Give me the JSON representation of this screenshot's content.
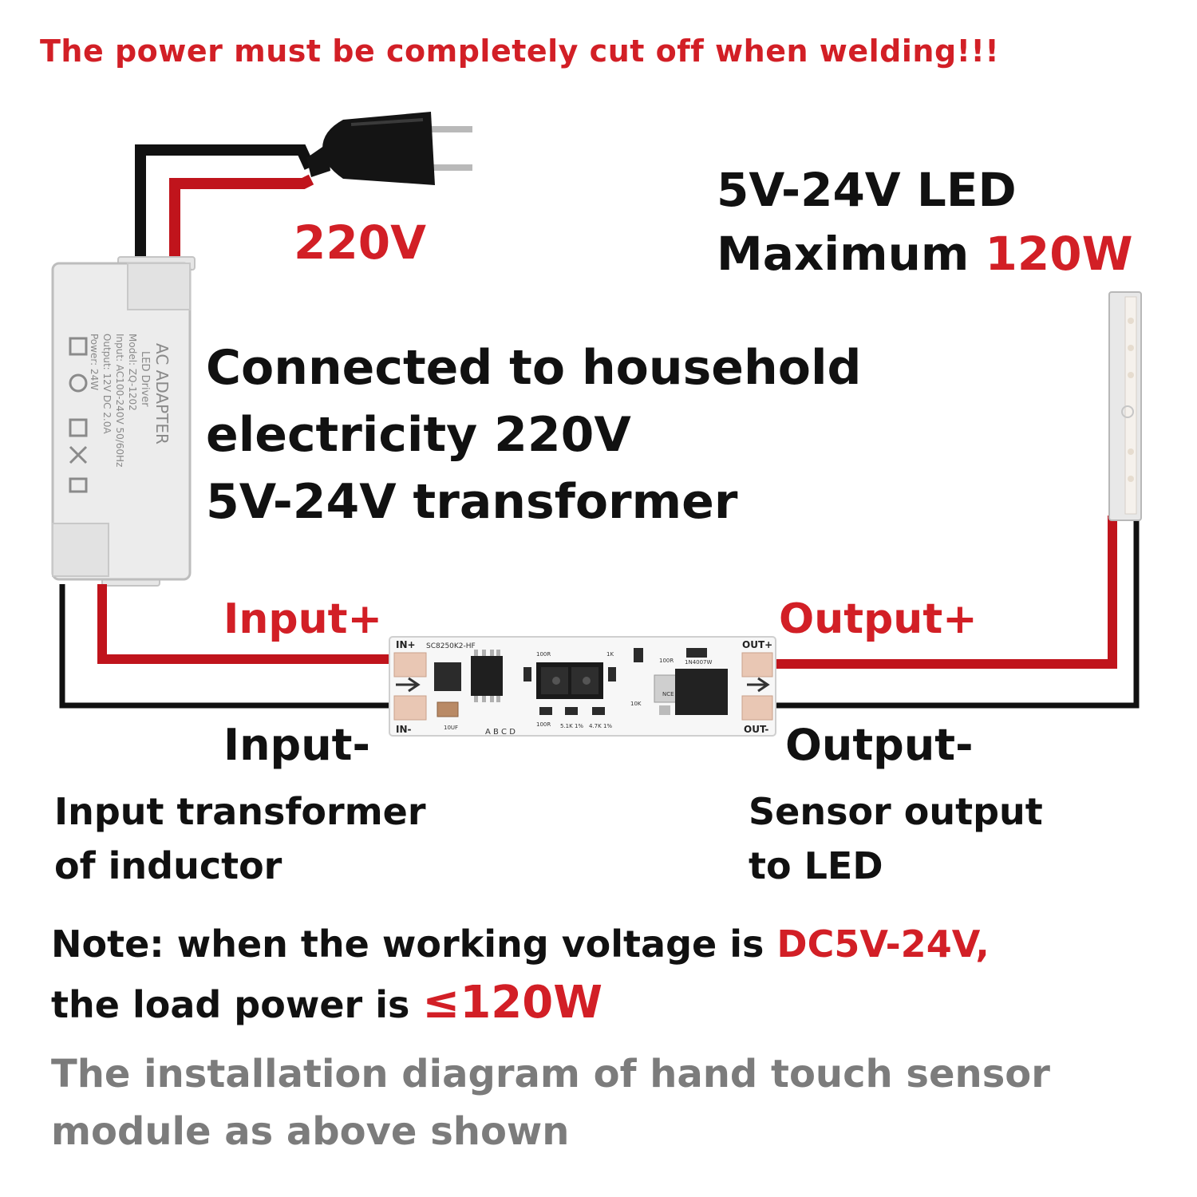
{
  "warning": "The power must be completely cut off when welding!!!",
  "plug_voltage": "220V",
  "led_info": {
    "line1": "5V-24V LED",
    "line2_prefix": "Maximum",
    "line2_value": "120W"
  },
  "transformer_desc": [
    "Connected to household",
    "electricity 220V",
    "5V-24V transformer"
  ],
  "adapter_label": {
    "line1": "AC ADAPTER",
    "line2": "LED Driver",
    "line3": "Model: ZQ-1202",
    "line4": "Input: AC100-240V 50/60Hz",
    "line5": "Output: 12V DC 2.0A",
    "line6": "Power: 24W"
  },
  "module": {
    "in_plus": "IN+",
    "in_minus": "IN-",
    "out_plus": "OUT+",
    "out_minus": "OUT-",
    "chip_label": "SC8250K2-HF",
    "pads": "A B C D",
    "res1": "100R",
    "res2": "1K",
    "res3": "100R",
    "diode": "1N4007W",
    "cap": "10UF",
    "r_a": "100R",
    "r_b": "5.1K 1%",
    "r_c": "4.7K 1%",
    "r_d": "10K",
    "mos": "NCE"
  },
  "labels": {
    "input_plus": "Input+",
    "input_minus": "Input-",
    "output_plus": "Output+",
    "output_minus": "Output-",
    "input_desc_1": "Input transformer",
    "input_desc_2": "of inductor",
    "output_desc_1": "Sensor output",
    "output_desc_2": "to LED"
  },
  "note": {
    "line1_prefix": "Note: when the working voltage is",
    "line1_value": "DC5V-24V,",
    "line2_prefix": "the load power is",
    "line2_value": "≤120W"
  },
  "caption": [
    "The installation diagram of hand touch sensor",
    "module as above shown"
  ],
  "colors": {
    "red_wire": "#c0141c",
    "black_wire": "#111111",
    "red_text": "#d21f26",
    "gray_text": "#7c7c7c"
  }
}
